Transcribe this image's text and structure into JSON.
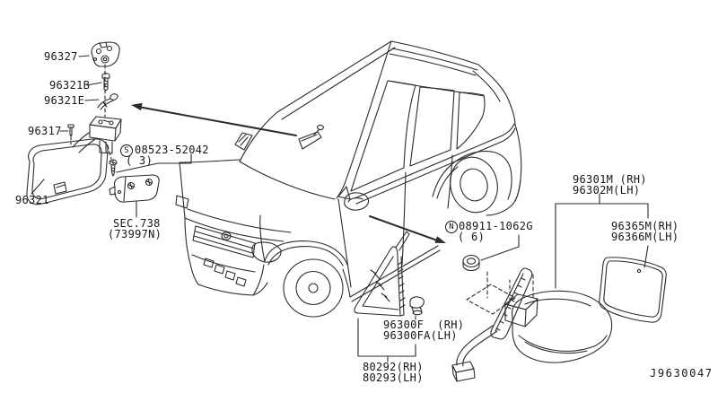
{
  "diagram": {
    "code": "J9630047",
    "subject": "rear-view-mirror-and-door-mirror-parts"
  },
  "labels": {
    "p96327": "96327",
    "p96321b": "96321B",
    "p96321e": "96321E",
    "p96317": "96317",
    "p96321": "96321",
    "sec_ref": "SEC.738",
    "sec_ref_sub": "(73997N)",
    "screw_symbol": "S",
    "screw_code": "08523-52042",
    "screw_qty": "( 3)",
    "nut_symbol": "N",
    "nut_code": "08911-1062G",
    "nut_qty": "( 6)",
    "assy_rh": "96301M (RH)",
    "assy_lh": "96302M(LH)",
    "glass_rh": "96365M(RH)",
    "glass_lh": "96366M(LH)",
    "clip_rh": "96300F  (RH)",
    "clip_lh": "96300FA(LH)",
    "finisher_rh": "80292(RH)",
    "finisher_lh": "80293(LH)"
  },
  "colors": {
    "line": "#2b2b2b",
    "text": "#161616",
    "background": "#ffffff"
  }
}
